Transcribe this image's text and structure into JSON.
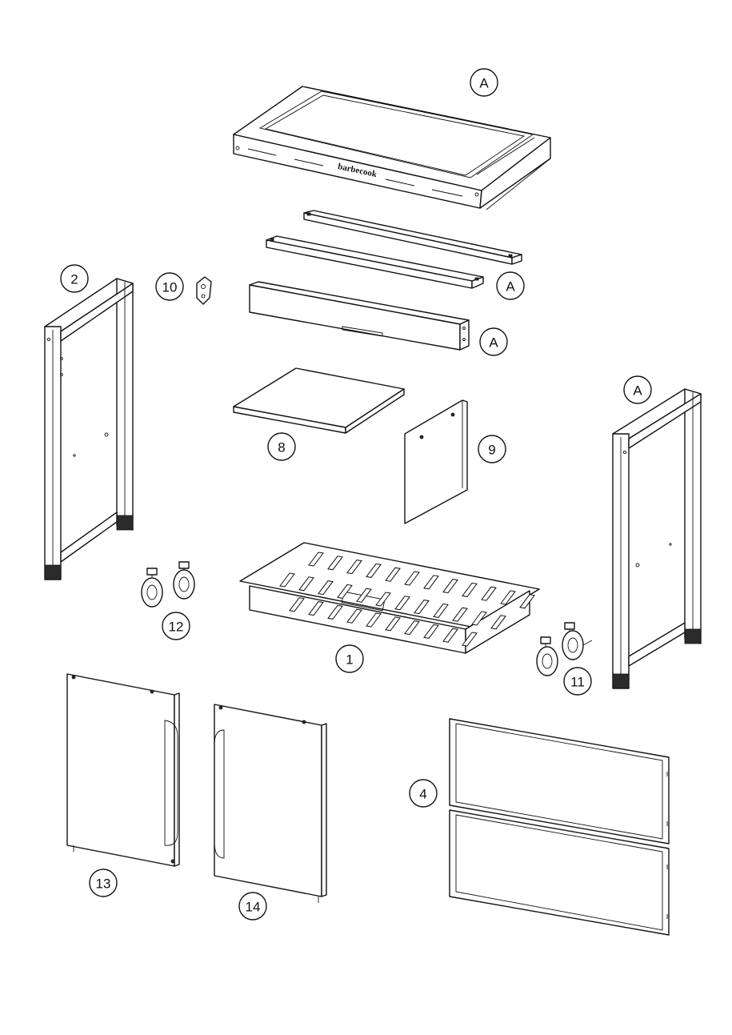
{
  "diagram": {
    "brand_label": "barbecook",
    "callouts": [
      {
        "id": "callout-a-top",
        "label": "A"
      },
      {
        "id": "callout-a-rails",
        "label": "A"
      },
      {
        "id": "callout-a-front-beam",
        "label": "A"
      },
      {
        "id": "callout-a-right-frame",
        "label": "A"
      },
      {
        "id": "callout-2",
        "label": "2"
      },
      {
        "id": "callout-10",
        "label": "10"
      },
      {
        "id": "callout-8",
        "label": "8"
      },
      {
        "id": "callout-9",
        "label": "9"
      },
      {
        "id": "callout-12",
        "label": "12"
      },
      {
        "id": "callout-1",
        "label": "1"
      },
      {
        "id": "callout-11",
        "label": "11"
      },
      {
        "id": "callout-13",
        "label": "13"
      },
      {
        "id": "callout-14",
        "label": "14"
      },
      {
        "id": "callout-4",
        "label": "4"
      }
    ]
  }
}
